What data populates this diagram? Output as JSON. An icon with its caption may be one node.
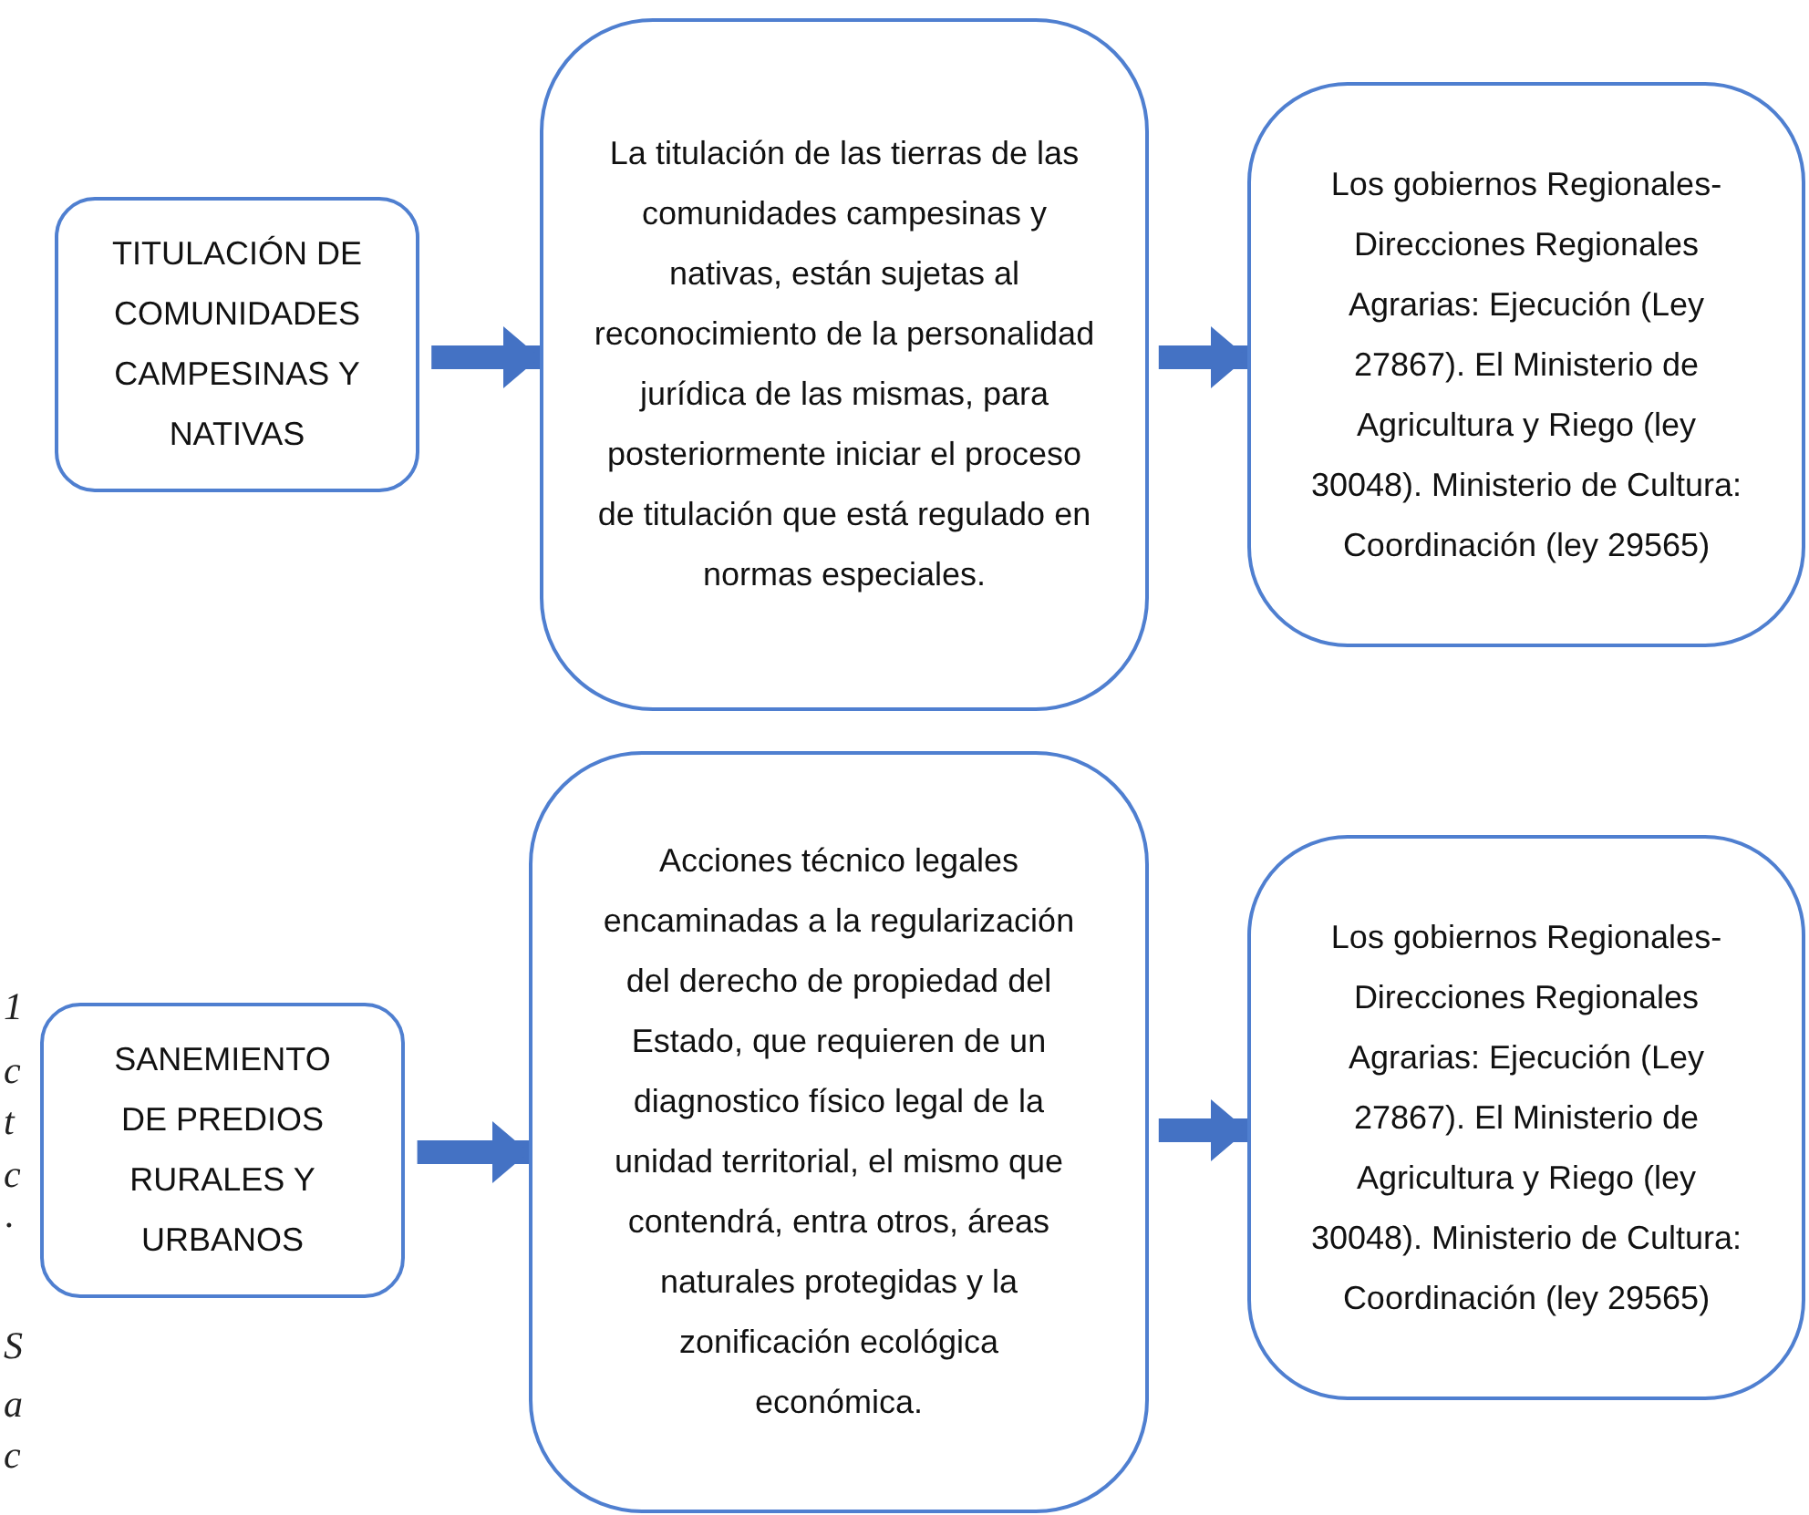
{
  "diagram": {
    "nodes": [
      {
        "text": [
          "TITULACIÓN DE COMUNIDADES CAMPESINAS Y NATIVAS"
        ]
      },
      {
        "text": [
          "La titulación de las tierras de las comunidades campesinas y nativas, están sujetas al reconocimiento de la personalidad jurídica de las mismas, para posteriormente iniciar el proceso de titulación que está regulado en normas especiales."
        ]
      },
      {
        "text": [
          "Los gobiernos Regionales-Direcciones Regionales Agrarias: Ejecución (Ley 27867). El Ministerio de Agricultura y Riego (ley 30048). Ministerio de Cultura: Coordinación (ley 29565)"
        ]
      },
      {
        "text": [
          "SANEMIENTO DE PREDIOS RURALES Y URBANOS"
        ]
      },
      {
        "text": [
          "Acciones técnico legales encaminadas a la regularización del derecho de propiedad del Estado, que requieren de un diagnostico físico legal de la unidad territorial, el mismo que contendrá, entra otros, áreas naturales protegidas y la zonificación ecológica económica."
        ]
      },
      {
        "text": [
          "Los gobiernos Regionales-Direcciones Regionales Agrarias: Ejecución (Ley 27867). El Ministerio de Agricultura y Riego (ley 30048). Ministerio de Cultura: Coordinación (ley 29565)"
        ]
      }
    ],
    "edges": [
      {
        "from": 0,
        "to": 1,
        "arrow": "to"
      },
      {
        "from": 1,
        "to": 2,
        "arrow": "to"
      },
      {
        "from": 3,
        "to": 4,
        "arrow": "to"
      },
      {
        "from": 4,
        "to": 5,
        "arrow": "to"
      }
    ],
    "labels": [
      "1",
      "c",
      "t",
      "c",
      "·",
      "S",
      "a",
      "c"
    ]
  }
}
